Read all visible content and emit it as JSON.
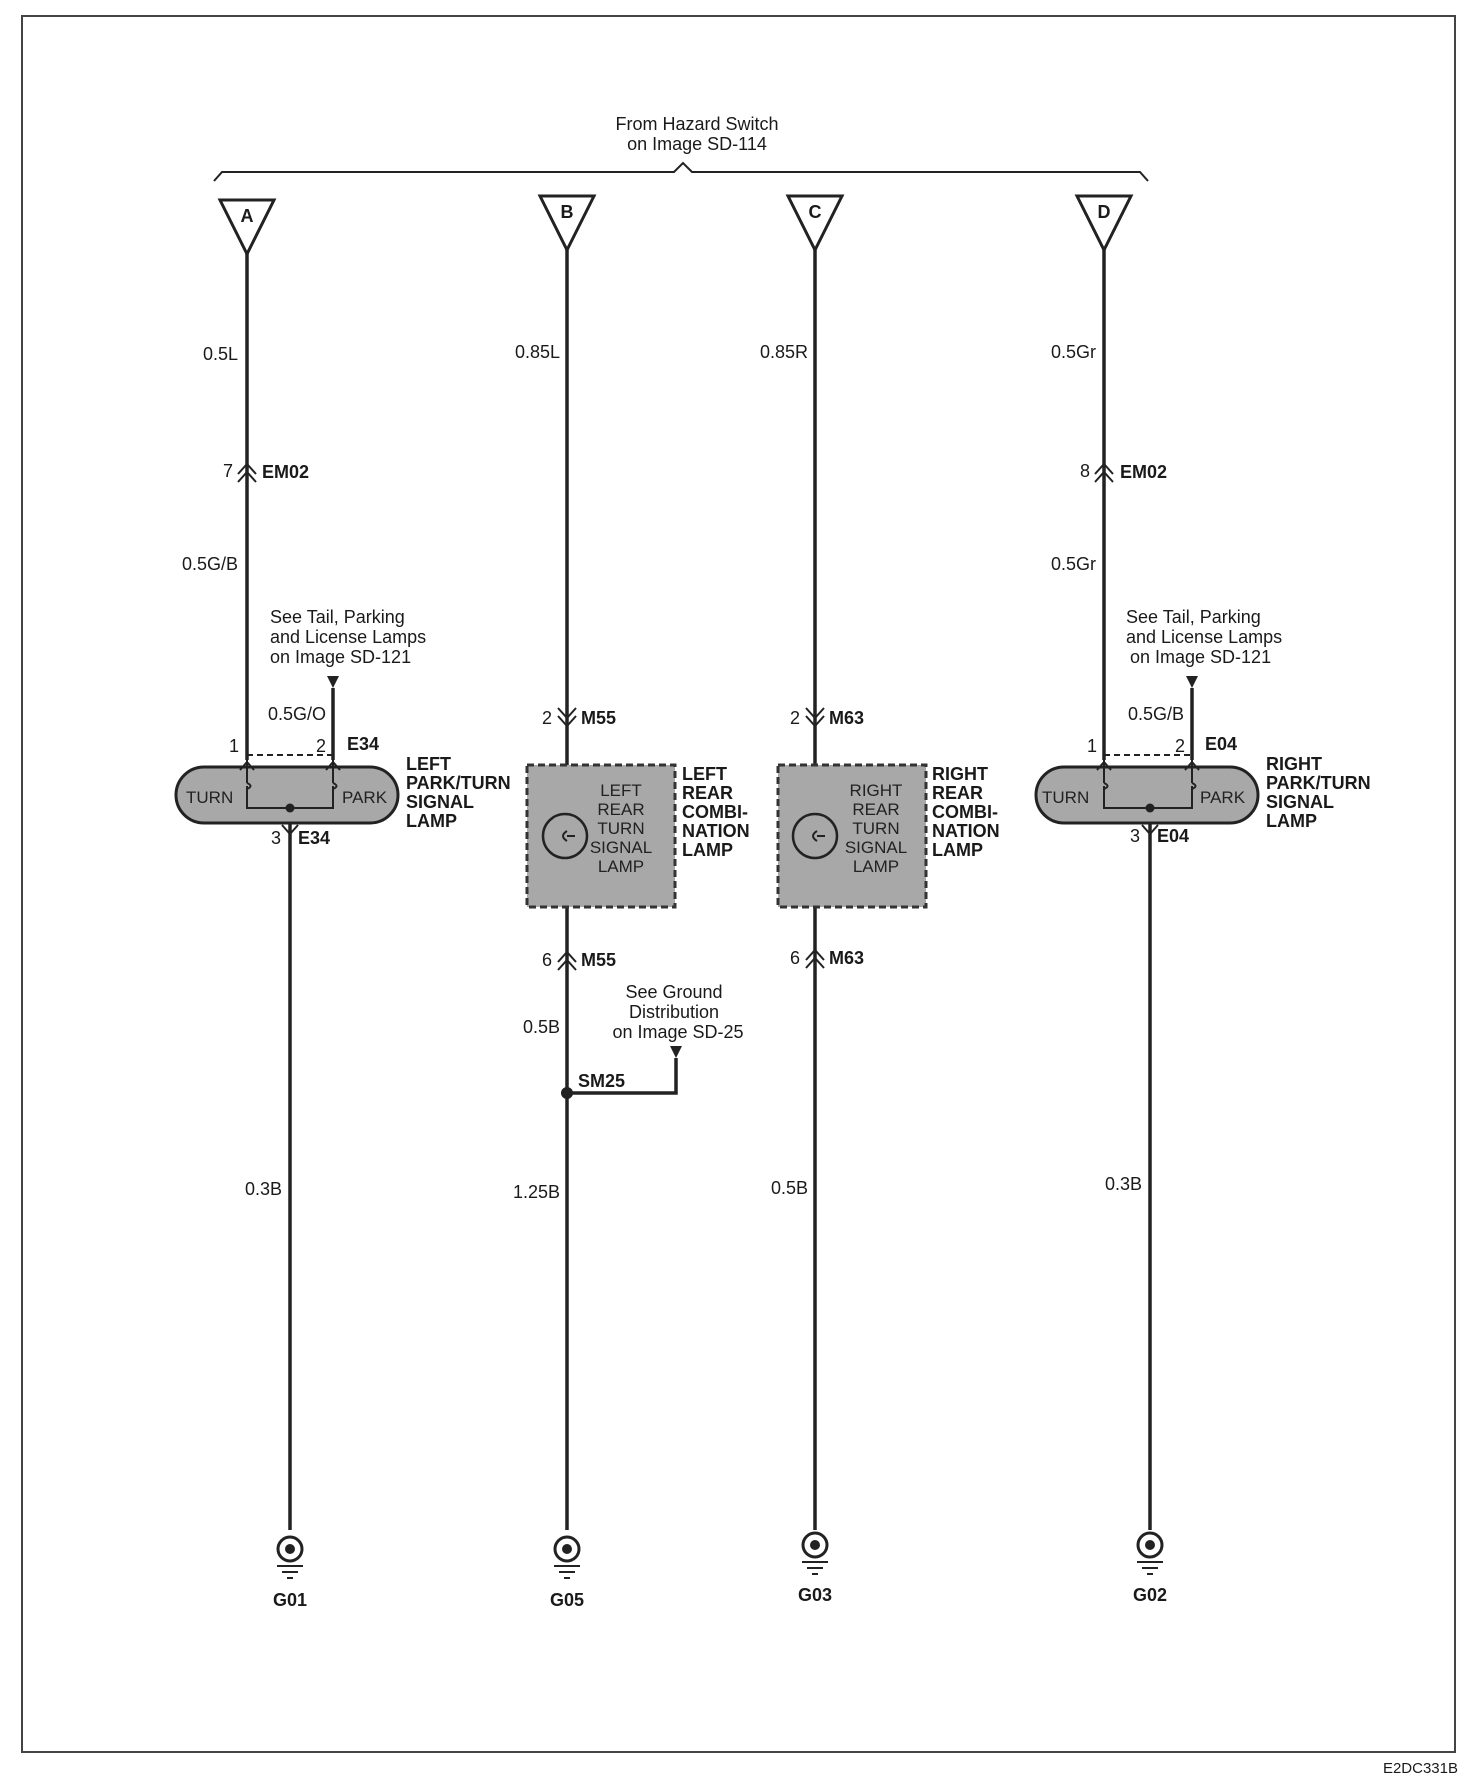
{
  "header": {
    "line1": "From Hazard Switch",
    "line2": "on Image SD-114"
  },
  "terminals": [
    "A",
    "B",
    "C",
    "D"
  ],
  "wires": {
    "a_top": "0.5L",
    "a_mid": "0.5G/B",
    "a_park": "0.5G/O",
    "a_bottom": "0.3B",
    "b_top": "0.85L",
    "b_mid": "0.5B",
    "b_bottom": "1.25B",
    "c_top": "0.85R",
    "c_bottom": "0.5B",
    "d_top": "0.5Gr",
    "d_mid": "0.5Gr",
    "d_park": "0.5G/B",
    "d_bottom": "0.3B"
  },
  "connectors": {
    "em02_left": {
      "pin": "7",
      "name": "EM02"
    },
    "em02_right": {
      "pin": "8",
      "name": "EM02"
    },
    "m55_top": {
      "pin": "2",
      "name": "M55"
    },
    "m55_bottom": {
      "pin": "6",
      "name": "M55"
    },
    "m63_top": {
      "pin": "2",
      "name": "M63"
    },
    "m63_bottom": {
      "pin": "6",
      "name": "M63"
    },
    "e34_pin1": "1",
    "e34_pin2": "2",
    "e34_top_name": "E34",
    "e34_pin3": "3",
    "e34_bottom_name": "E34",
    "e04_pin1": "1",
    "e04_pin2": "2",
    "e04_top_name": "E04",
    "e04_pin3": "3",
    "e04_bottom_name": "E04"
  },
  "notes": {
    "left_tail": [
      "See Tail, Parking",
      "and License Lamps",
      "on Image SD-121"
    ],
    "right_tail": [
      "See Tail, Parking",
      "and License Lamps",
      "on Image SD-121"
    ],
    "ground_dist": [
      "See Ground",
      "Distribution",
      "on Image SD-25"
    ]
  },
  "splice": "SM25",
  "components": {
    "left_front": {
      "turn": "TURN",
      "park": "PARK",
      "title": [
        "LEFT",
        "PARK/TURN",
        "SIGNAL",
        "LAMP"
      ]
    },
    "right_front": {
      "turn": "TURN",
      "park": "PARK",
      "title": [
        "RIGHT",
        "PARK/TURN",
        "SIGNAL",
        "LAMP"
      ]
    },
    "left_rear": {
      "inner": [
        "LEFT",
        "REAR",
        "TURN",
        "SIGNAL",
        "LAMP"
      ],
      "title": [
        "LEFT",
        "REAR",
        "COMBI-",
        "NATION",
        "LAMP"
      ]
    },
    "right_rear": {
      "inner": [
        "RIGHT",
        "REAR",
        "TURN",
        "SIGNAL",
        "LAMP"
      ],
      "title": [
        "RIGHT",
        "REAR",
        "COMBI-",
        "NATION",
        "LAMP"
      ]
    }
  },
  "grounds": [
    "G01",
    "G05",
    "G03",
    "G02"
  ],
  "code": "E2DC331B"
}
